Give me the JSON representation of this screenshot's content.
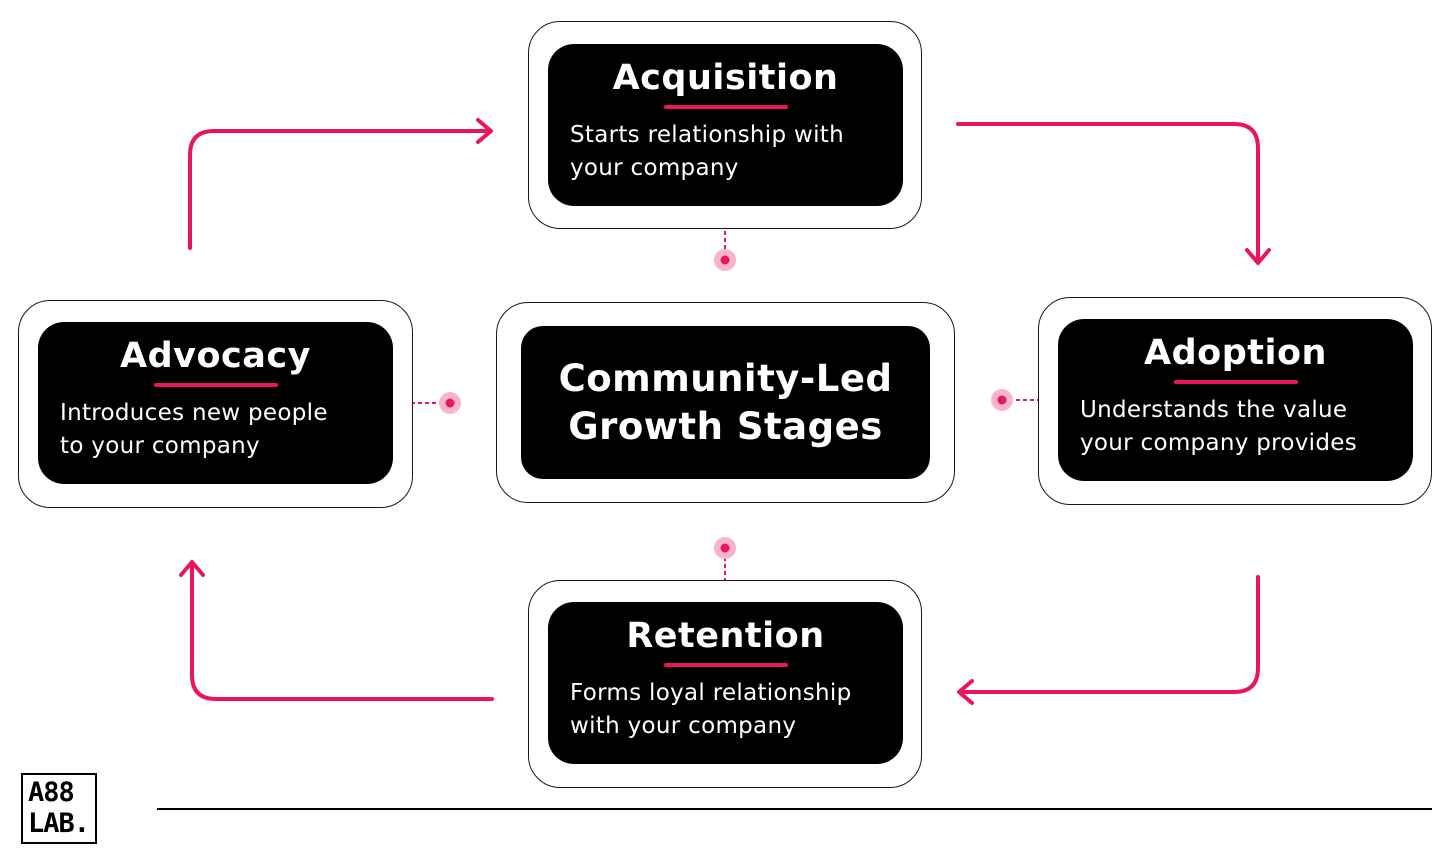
{
  "colors": {
    "accent": "#e8175d",
    "card": "#000000",
    "frame": "#1a1a1a"
  },
  "center": {
    "line1": "Community-Led",
    "line2": "Growth Stages"
  },
  "stages": {
    "acquisition": {
      "title": "Acquisition",
      "line1": "Starts relationship with",
      "line2": "your company"
    },
    "adoption": {
      "title": "Adoption",
      "line1": "Understands the value",
      "line2": "your company provides"
    },
    "retention": {
      "title": "Retention",
      "line1": "Forms loyal relationship",
      "line2": "with your company"
    },
    "advocacy": {
      "title": "Advocacy",
      "line1": "Introduces new people",
      "line2": "to your company"
    }
  },
  "logo": {
    "line1": "A88",
    "line2": "LAB."
  }
}
